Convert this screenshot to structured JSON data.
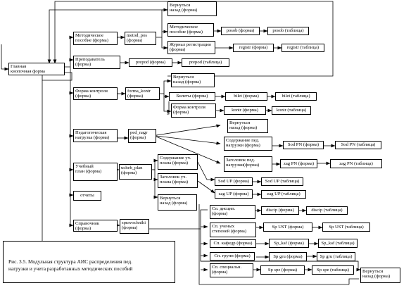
{
  "diagram": {
    "nodes": {
      "main_menu": "Главная\nкнопочная форма",
      "back_form_1": "Вернуться\nназад (форма)",
      "metod_form": "Методическое\nпособие (форма)",
      "metod_pos": "metod_pos\n(форма)",
      "metod_form_2": "Методическое\nпособие (форма)",
      "posob_form": "posob (форма)",
      "posob_table": "posob (таблица)",
      "registr_journal": "Журнал регистрации\n(форма)",
      "registr_form": "registr (форма)",
      "registr_table": "registr (таблица)",
      "teacher_form": "Преподаватель\n(форма)",
      "prepod_form": "prepod (форма)",
      "prepod_table": "prepod (таблица)",
      "back_form_2": "Вернуться\nназад (форма)",
      "kontr_main": "Форма контроля\n(форма)",
      "forma_kontr": "forma_kontr\n(форма)",
      "tickets_form": "Билеты (форма)",
      "bilet_form": "bilet (форма)",
      "bilet_table": "bilet (таблица)",
      "kontr_form_2": "Форма контроля\n(форма)",
      "kontr_form": "kontr (форма)",
      "kontr_table": "kontr (таблица)",
      "load_form": "Педагогическая\nнагрузка (форма)",
      "ped_nagr": "ped_nagr\n(форма)",
      "back_form_3": "Вернуться\nназад (форма)",
      "load_content": "Содержание пед.\nнагрузки (форма)",
      "sodpn_form": "Sod PN (форма)",
      "sodpn_table": "Sod PN (таблица)",
      "load_header": "Заголовок пед.\nнагрузки(форма)",
      "zagpn_form": "zag PN (форма)",
      "zagpn_table": "zag PN (таблица)",
      "plan_form": "Учебный\nплан (форма)",
      "ucheb_plan": "ucheb_plan\n(форма)",
      "plan_content": "Содержание уч.\nплана (форма)",
      "sodup_form": "Sod UP (форма)",
      "sodup_table": "Sod UP (таблица)",
      "plan_header": "Заголовок уч.\nплана (форма)",
      "zagup_form": "zag UP (форма)",
      "zagup_table": "zag UP (таблица)",
      "back_form_4": "Вернуться\nназад (форма)",
      "reports": "отчеты",
      "ref_form": "Справочник\n(форма)",
      "spravochniki": "spravochniki\n(форма)",
      "sp_discip": "Сп. дисцип.\n(форма)",
      "discip_form": "discip (форма)",
      "discip_table": "discip (таблица)",
      "sp_degree": "Сп. ученых\nстепеней (форма)",
      "spust_form": "Sp UST (форма)",
      "spust_table": "Sp UST (таблица)",
      "sp_dept": "Сп. кафедр (форма)",
      "spkaf_form": "Sp_kaf (форма)",
      "spkaf_table": "Sp_kaf (таблица)",
      "sp_group": "Сп. групп (форма)",
      "spgru_form": "Sp gru (форма)",
      "spgru_table": "Sp gru (таблица)",
      "sp_special": "Сп. специальн.\n(форма)",
      "spspe_form": "Sp spe (форма)",
      "spspe_table": "Sp spe (таблица)",
      "back_form_5": "Вернуться\nназад (форма)"
    },
    "caption": "Рис. 3.5. Модульная структура АИС распределения пед.\nнагрузки и учета разработанных методических пособий"
  }
}
